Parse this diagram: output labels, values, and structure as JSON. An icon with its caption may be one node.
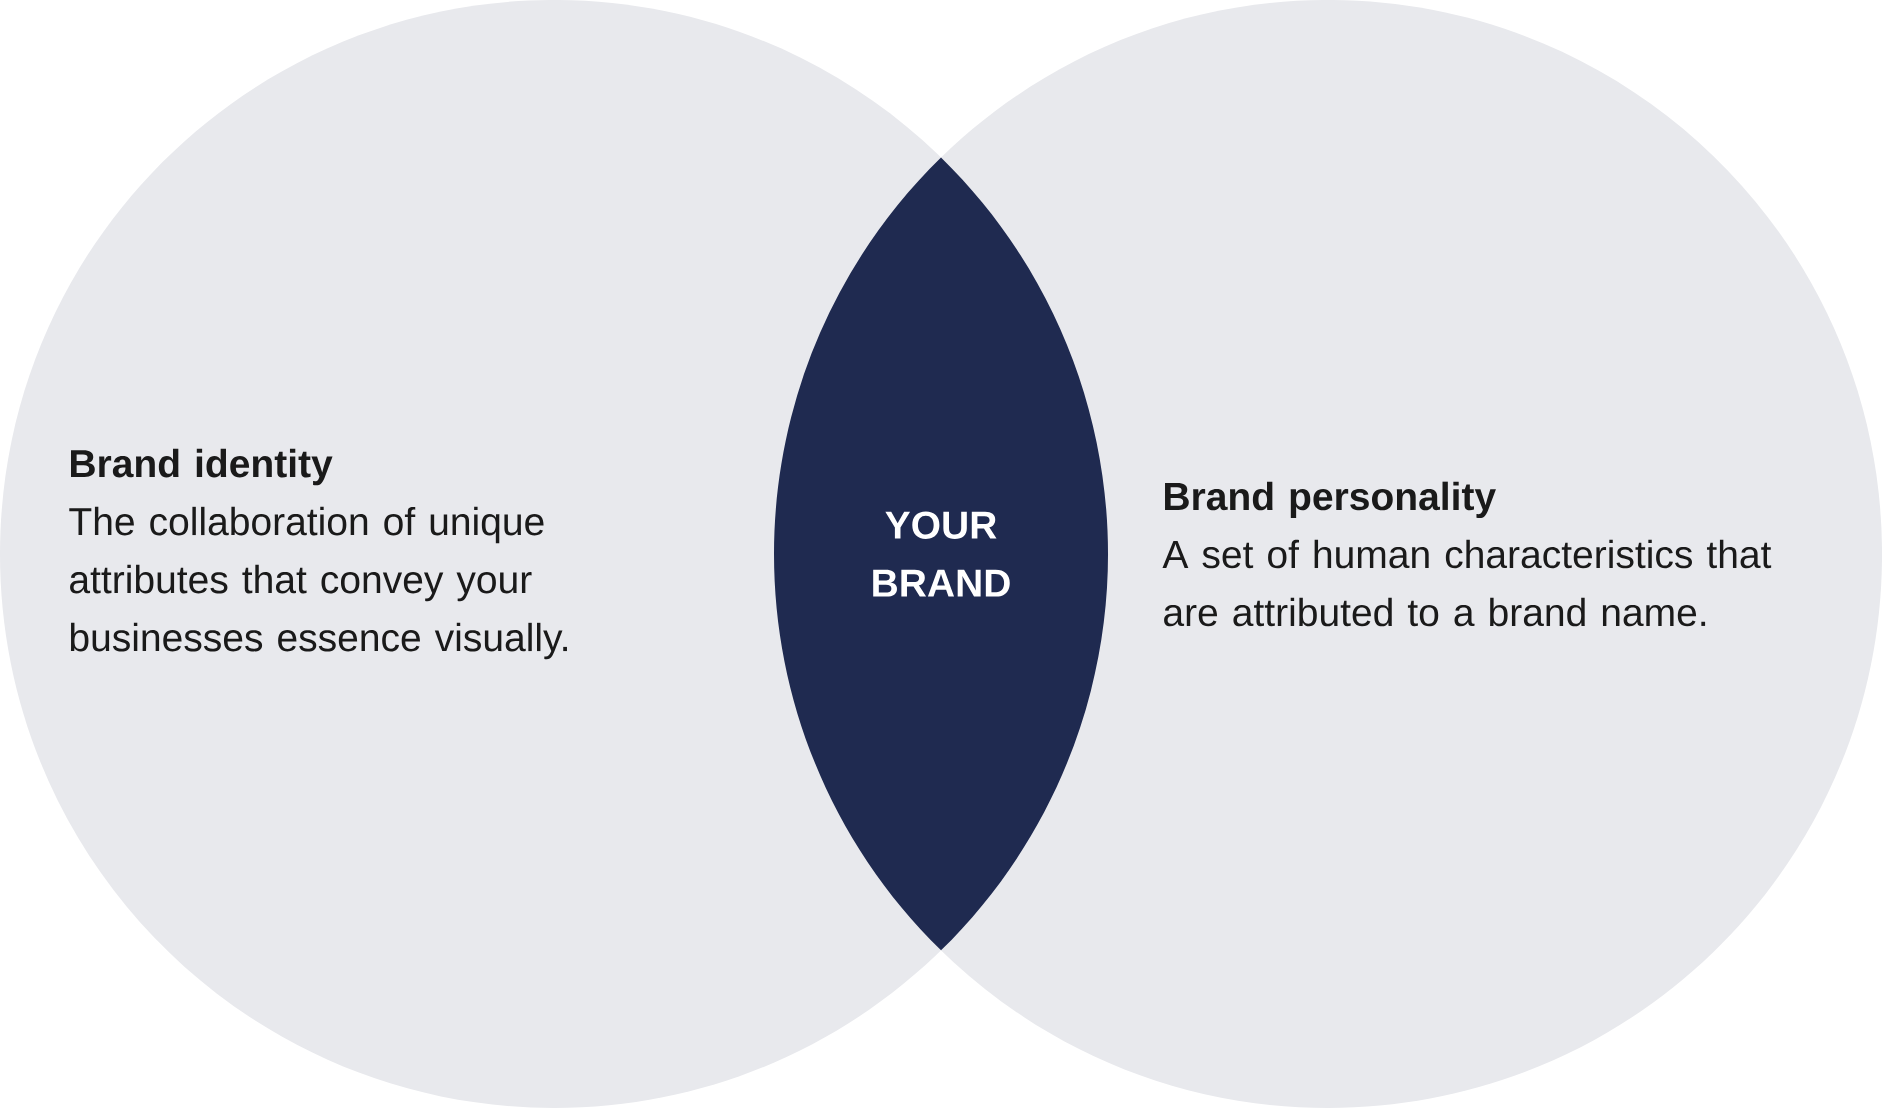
{
  "diagram": {
    "nodes": [
      {
        "text": [
          "Brand identity",
          "The collaboration of unique attributes that convey your businesses essence visually."
        ]
      },
      {
        "text": [
          "Brand personality",
          "A set of human characteristics that are attributed to a brand name."
        ]
      },
      {
        "text": [
          "YOUR BRAND"
        ]
      }
    ]
  }
}
